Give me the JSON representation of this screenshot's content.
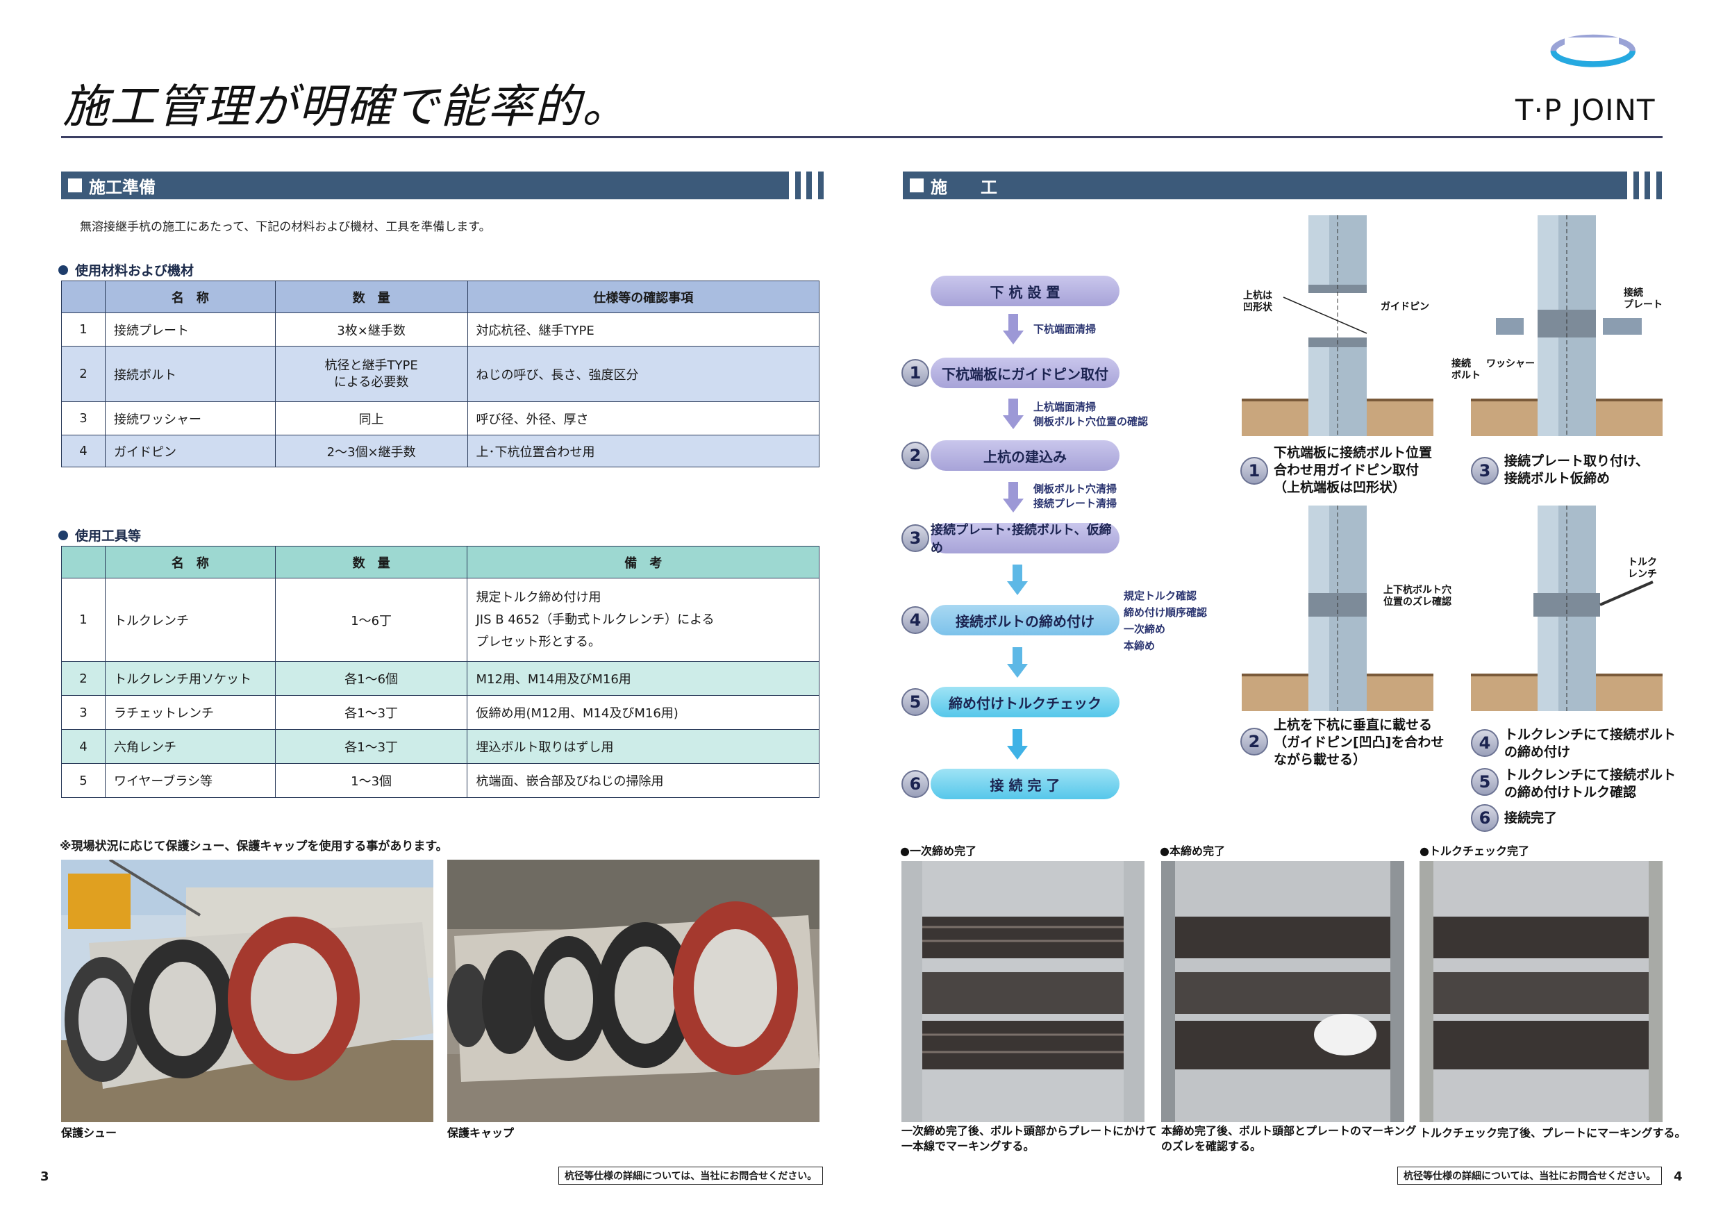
{
  "title": "施工管理が明確で能率的。",
  "brand": "T·P JOINT",
  "left": {
    "section": "施工準備",
    "intro": "無溶接継手杭の施工にあたって、下記の材料および機材、工具を準備します。",
    "materials": {
      "heading": "使用材料および機材",
      "headers": [
        "名　称",
        "数　量",
        "仕様等の確認事項"
      ],
      "rows": [
        {
          "no": "1",
          "name": "接続プレート",
          "qty": "3枚×継手数",
          "spec": "対応杭径、継手TYPE"
        },
        {
          "no": "2",
          "name": "接続ボルト",
          "qty": "杭径と継手TYPE\nによる必要数",
          "spec": "ねじの呼び、長さ、強度区分"
        },
        {
          "no": "3",
          "name": "接続ワッシャー",
          "qty": "同上",
          "spec": "呼び径、外径、厚さ"
        },
        {
          "no": "4",
          "name": "ガイドピン",
          "qty": "2～3個×継手数",
          "spec": "上･下杭位置合わせ用"
        }
      ]
    },
    "tools": {
      "heading": "使用工具等",
      "headers": [
        "名　称",
        "数　量",
        "備　考"
      ],
      "rows": [
        {
          "no": "1",
          "name": "トルクレンチ",
          "qty": "1～6丁",
          "note": "規定トルク締め付け用\nJIS B 4652（手動式トルクレンチ）による\nプレセット形とする。"
        },
        {
          "no": "2",
          "name": "トルクレンチ用ソケット",
          "qty": "各1～6個",
          "note": "M12用、M14用及びM16用"
        },
        {
          "no": "3",
          "name": "ラチェットレンチ",
          "qty": "各1～3丁",
          "note": "仮締め用(M12用、M14及びM16用)"
        },
        {
          "no": "4",
          "name": "六角レンチ",
          "qty": "各1～3丁",
          "note": "埋込ボルト取りはずし用"
        },
        {
          "no": "5",
          "name": "ワイヤーブラシ等",
          "qty": "1～3個",
          "note": "杭端面、嵌合部及びねじの掃除用"
        }
      ]
    },
    "photo_note": "※現場状況に応じて保護シュー、保護キャップを使用する事があります。",
    "photos": [
      {
        "caption": "保護シュー"
      },
      {
        "caption": "保護キャップ"
      }
    ],
    "page": "3",
    "footer": "杭径等仕様の詳細については、当社にお問合せください。"
  },
  "right": {
    "section": "施　　工",
    "flow": {
      "start": "下 杭 設 置",
      "notes": [
        "下杭端面清掃",
        "上杭端面清掃\n側板ボルト穴位置の確認",
        "側板ボルト穴清掃\n接続プレート清掃"
      ],
      "steps": [
        {
          "no": "1",
          "label": "下杭端板にガイドピン取付"
        },
        {
          "no": "2",
          "label": "上杭の建込み"
        },
        {
          "no": "3",
          "label": "接続プレート･接続ボルト、仮締め"
        },
        {
          "no": "4",
          "label": "接続ボルトの締め付け"
        },
        {
          "no": "5",
          "label": "締め付けトルクチェック"
        },
        {
          "no": "6",
          "label": "接 続 完 了"
        }
      ],
      "step4_notes": "規定トルク確認\n締め付け順序確認\n一次締め\n本締め"
    },
    "diagram_labels": {
      "top_left_a": "上杭は\n凹形状",
      "top_left_b": "ガイドピン",
      "top_right_a": "接続\nプレート",
      "top_right_b": "接続\nボルト",
      "top_right_c": "ワッシャー",
      "bottom_left": "上下杭ボルト穴\n位置のズレ確認",
      "bottom_right": "トルク\nレンチ"
    },
    "diagram_captions": [
      {
        "no": "1",
        "text": "下杭端板に接続ボルト位置\n合わせ用ガイドピン取付\n（上杭端板は凹形状）"
      },
      {
        "no": "3",
        "text": "接続プレート取り付け、\n接続ボルト仮締め"
      },
      {
        "no": "2",
        "text": "上杭を下杭に垂直に載せる\n（ガイドピン[凹凸]を合わせ\nながら載せる）"
      },
      {
        "no": "4",
        "text": "トルクレンチにて接続ボルト\nの締め付け"
      },
      {
        "no": "5",
        "text": "トルクレンチにて接続ボルト\nの締め付けトルク確認"
      },
      {
        "no": "6",
        "text": "接続完了"
      }
    ],
    "photos": [
      {
        "title": "●一次締め完了",
        "caption": "一次締め完了後、ボルト頭部からプレートにかけて\n一本線でマーキングする。"
      },
      {
        "title": "●本締め完了",
        "caption": "本締め完了後、ボルト頭部とプレートのマーキング\nのズレを確認する。"
      },
      {
        "title": "●トルクチェック完了",
        "caption": "トルクチェック完了後、プレートにマーキングする。"
      }
    ],
    "page": "4",
    "footer": "杭径等仕様の詳細については、当社にお問合せください。"
  },
  "colors": {
    "accent": "#3c5a7a",
    "table1_head": "#a9bde0",
    "table2_head": "#9dd8d1"
  }
}
